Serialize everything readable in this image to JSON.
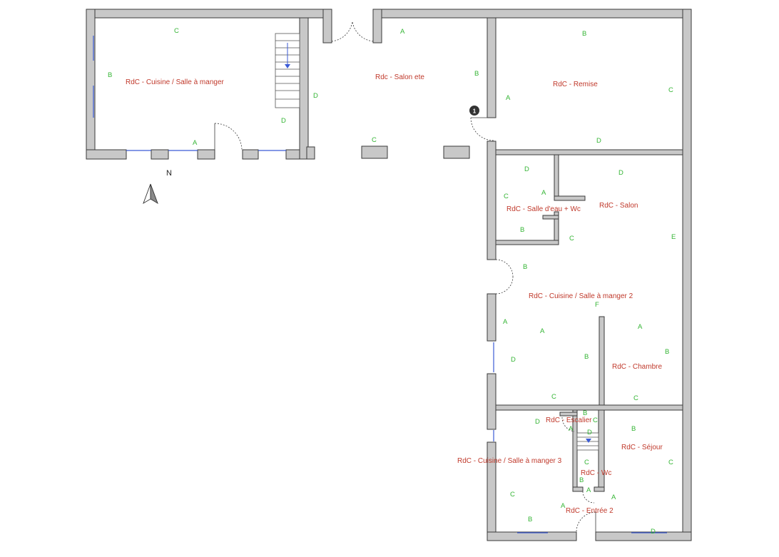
{
  "plan": {
    "north_label": "N",
    "marker_number": "1",
    "rooms": [
      {
        "id": "cuisine1",
        "label": "RdC - Cuisine / Salle à manger"
      },
      {
        "id": "salon-ete",
        "label": "Rdc - Salon ete"
      },
      {
        "id": "remise",
        "label": "RdC - Remise"
      },
      {
        "id": "salle-eau",
        "label": "RdC - Salle d'eau + Wc"
      },
      {
        "id": "salon",
        "label": "RdC - Salon"
      },
      {
        "id": "cuisine2",
        "label": "RdC - Cuisine / Salle à manger 2"
      },
      {
        "id": "chambre",
        "label": "RdC - Chambre"
      },
      {
        "id": "escalier",
        "label": "RdC - Escalier"
      },
      {
        "id": "cuisine3",
        "label": "RdC - Cuisine / Salle à manger 3"
      },
      {
        "id": "sejour",
        "label": "RdC - Séjour"
      },
      {
        "id": "wc",
        "label": "RdC - Wc"
      },
      {
        "id": "entree2",
        "label": "RdC - Entrée 2"
      }
    ],
    "wall_letters": {
      "cuisine1": [
        "C",
        "B",
        "A",
        "D"
      ],
      "salon_ete": [
        "A",
        "B",
        "C",
        "D"
      ],
      "remise": [
        "B",
        "A",
        "C",
        "D"
      ],
      "salle_eau": [
        "D",
        "C",
        "A",
        "B"
      ],
      "salon": [
        "D",
        "E",
        "C"
      ],
      "cuisine2": [
        "B",
        "F",
        "A",
        "A",
        "D",
        "B",
        "C"
      ],
      "chambre": [
        "A",
        "B",
        "C"
      ],
      "escalier": [
        "D",
        "B",
        "C",
        "A",
        "D"
      ],
      "cuisine3": [
        "C",
        "A",
        "B"
      ],
      "sejour": [
        "B",
        "C"
      ],
      "wc": [
        "C",
        "B",
        "A"
      ],
      "entree2": [
        "A",
        "D"
      ]
    }
  }
}
